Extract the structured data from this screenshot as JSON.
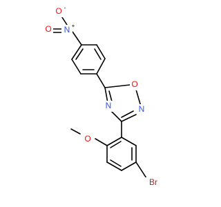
{
  "molecule": {
    "atoms": {
      "nitro_o_minus": {
        "symbol": "O",
        "charge": "-",
        "color": "#ff0d0d"
      },
      "nitro_n": {
        "symbol": "N",
        "charge": "+",
        "color": "#3050f8"
      },
      "nitro_o_double": {
        "symbol": "O",
        "color": "#ff0d0d"
      },
      "oxadiazole_o": {
        "symbol": "O",
        "color": "#ff0d0d"
      },
      "oxadiazole_n_right": {
        "symbol": "N",
        "color": "#3050f8"
      },
      "oxadiazole_n_left": {
        "symbol": "N",
        "color": "#3050f8"
      },
      "methoxy_o": {
        "symbol": "O",
        "color": "#ff0d0d"
      },
      "bromine": {
        "symbol": "Br",
        "color": "#a62929"
      }
    },
    "bond_color": "#000000"
  }
}
